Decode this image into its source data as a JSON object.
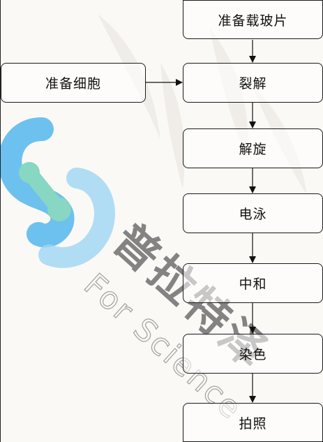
{
  "flowchart": {
    "steps": [
      {
        "id": "prepare-slides",
        "label": "准备载玻片"
      },
      {
        "id": "lysis",
        "label": "裂解"
      },
      {
        "id": "unwinding",
        "label": "解旋"
      },
      {
        "id": "electrophoresis",
        "label": "电泳"
      },
      {
        "id": "neutralization",
        "label": "中和"
      },
      {
        "id": "staining",
        "label": "染色"
      },
      {
        "id": "imaging",
        "label": "拍照"
      }
    ],
    "side_input": {
      "id": "prepare-cells",
      "label": "准备细胞",
      "feeds_into": "lysis"
    }
  },
  "watermark": {
    "brand_cn": "普拉特泽",
    "brand_en": "For Science",
    "logo_colors": [
      "#4fb5ec",
      "#6fd0b8"
    ],
    "brand_color": "#7a7a7a"
  }
}
